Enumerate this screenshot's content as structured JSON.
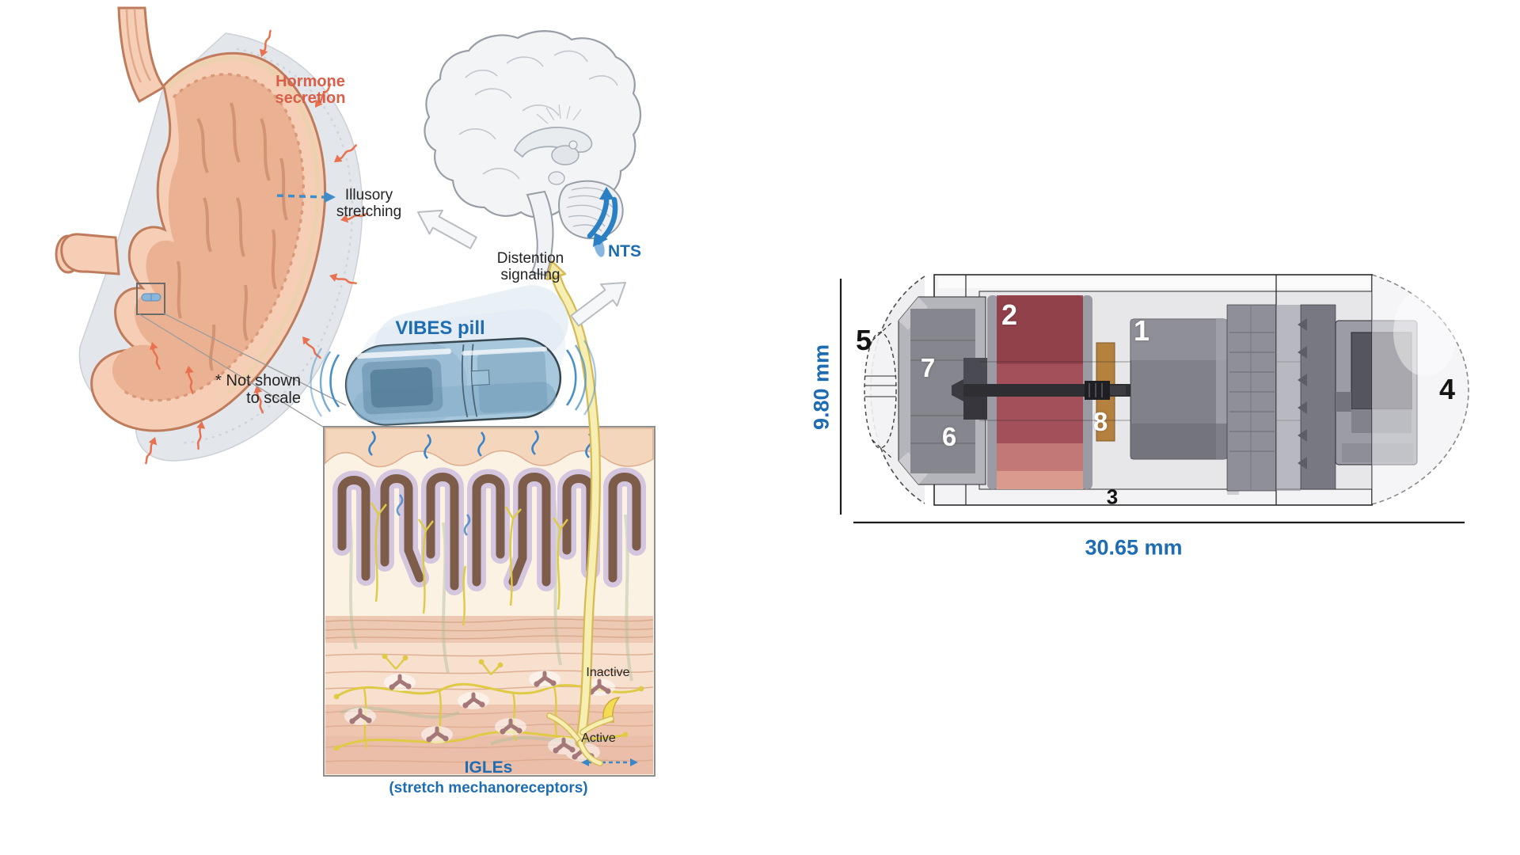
{
  "mechanism": {
    "labels": {
      "hormone_secretion": "Hormone secretion",
      "illusory_stretching": "Illusory stretching",
      "distention_signaling": "Distention signaling",
      "nts": "NTS",
      "vibes_pill": "VIBES pill",
      "not_to_scale": "* Not shown to scale",
      "inactive": "Inactive",
      "active": "Active",
      "igles": "IGLEs",
      "igles_subtitle": "(stretch mechanoreceptors)"
    }
  },
  "capsule_diagram": {
    "height_label": "9.80 mm",
    "length_label": "30.65 mm",
    "part_labels": [
      "1",
      "2",
      "3",
      "4",
      "5",
      "6",
      "7",
      "8"
    ]
  },
  "colors": {
    "accent_blue": "#1e6db2",
    "accent_orange": "#d95f48",
    "battery_red": "#a4505a",
    "part_brown": "#b5813e"
  }
}
